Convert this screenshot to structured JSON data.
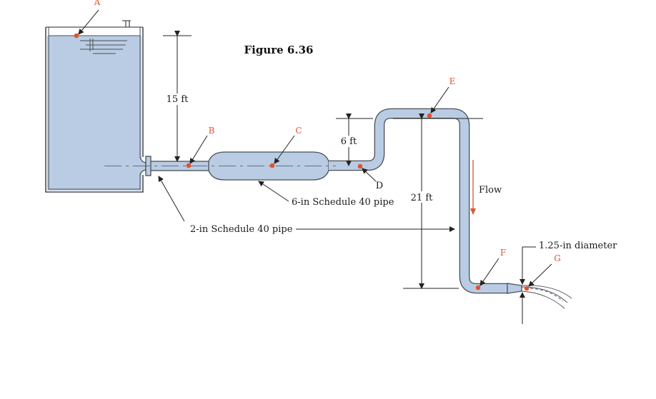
{
  "figure": {
    "title": "Figure 6.36",
    "colors": {
      "water": "#b9cce3",
      "outline": "#4a4f57",
      "point": "#e0532f",
      "label_text": "#1a1a1a",
      "point_label": "#e0532f"
    }
  },
  "points": {
    "a": "A",
    "b": "B",
    "c": "C",
    "d": "D",
    "e": "E",
    "f": "F",
    "g": "G"
  },
  "dimensions": {
    "tank_height": "15 ft",
    "rise": "6 ft",
    "drop": "21 ft",
    "nozzle": "1.25-in diameter"
  },
  "labels": {
    "small_pipe": "2-in Schedule 40 pipe",
    "large_pipe": "6-in Schedule 40 pipe",
    "flow": "Flow"
  }
}
